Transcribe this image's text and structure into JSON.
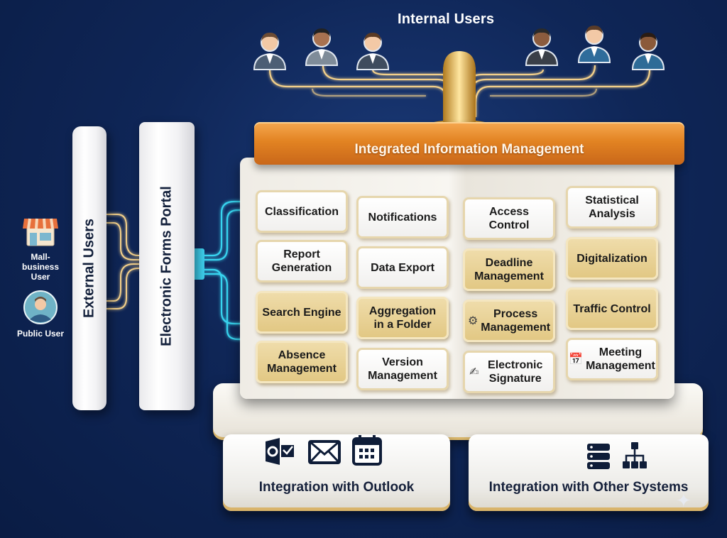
{
  "internal_users": {
    "title": "Internal Users",
    "avatars": [
      "user-icon",
      "user-icon",
      "user-icon",
      "user-icon",
      "user-icon",
      "user-icon"
    ]
  },
  "external": {
    "items": [
      {
        "label": "Mall-business User",
        "icon": "storefront-icon"
      },
      {
        "label": "Public User",
        "icon": "user-icon"
      }
    ],
    "pillar_label": "External Users"
  },
  "portal": {
    "label": "Electronic Forms Portal"
  },
  "core": {
    "title": "Integrated Information Management",
    "modules": [
      {
        "label": "Classification",
        "style": "white"
      },
      {
        "label": "Notifications",
        "style": "white"
      },
      {
        "label": "Access Control",
        "style": "white"
      },
      {
        "label": "Statistical Analysis",
        "style": "white"
      },
      {
        "label": "Report Generation",
        "style": "white"
      },
      {
        "label": "Data Export",
        "style": "white"
      },
      {
        "label": "Deadline Management",
        "style": "gold"
      },
      {
        "label": "Digitalization",
        "style": "gold"
      },
      {
        "label": "Search Engine",
        "style": "gold"
      },
      {
        "label": "Aggregation in a Folder",
        "style": "gold"
      },
      {
        "label": "Process Management",
        "style": "gold",
        "icon": "workflow-icon"
      },
      {
        "label": "Traffic Control",
        "style": "gold"
      },
      {
        "label": "Absence Management",
        "style": "gold"
      },
      {
        "label": "Version Management",
        "style": "white"
      },
      {
        "label": "Electronic Signature",
        "style": "white",
        "icon": "signature-icon"
      },
      {
        "label": "Meeting Management",
        "style": "white",
        "icon": "calendar-icon"
      }
    ]
  },
  "integrations": [
    {
      "label": "Integration with Outlook",
      "icons": [
        "outlook-icon",
        "mail-icon",
        "calendar-icon"
      ]
    },
    {
      "label": "Integration with Other Systems",
      "icons": [
        "server-icon",
        "hierarchy-icon"
      ]
    }
  ],
  "colors": {
    "background": "#0f2657",
    "roof": "#e28322",
    "gold_tile": "#e2c884",
    "wire_gold": "#f3d08a",
    "wire_cyan": "#39d5f0"
  }
}
